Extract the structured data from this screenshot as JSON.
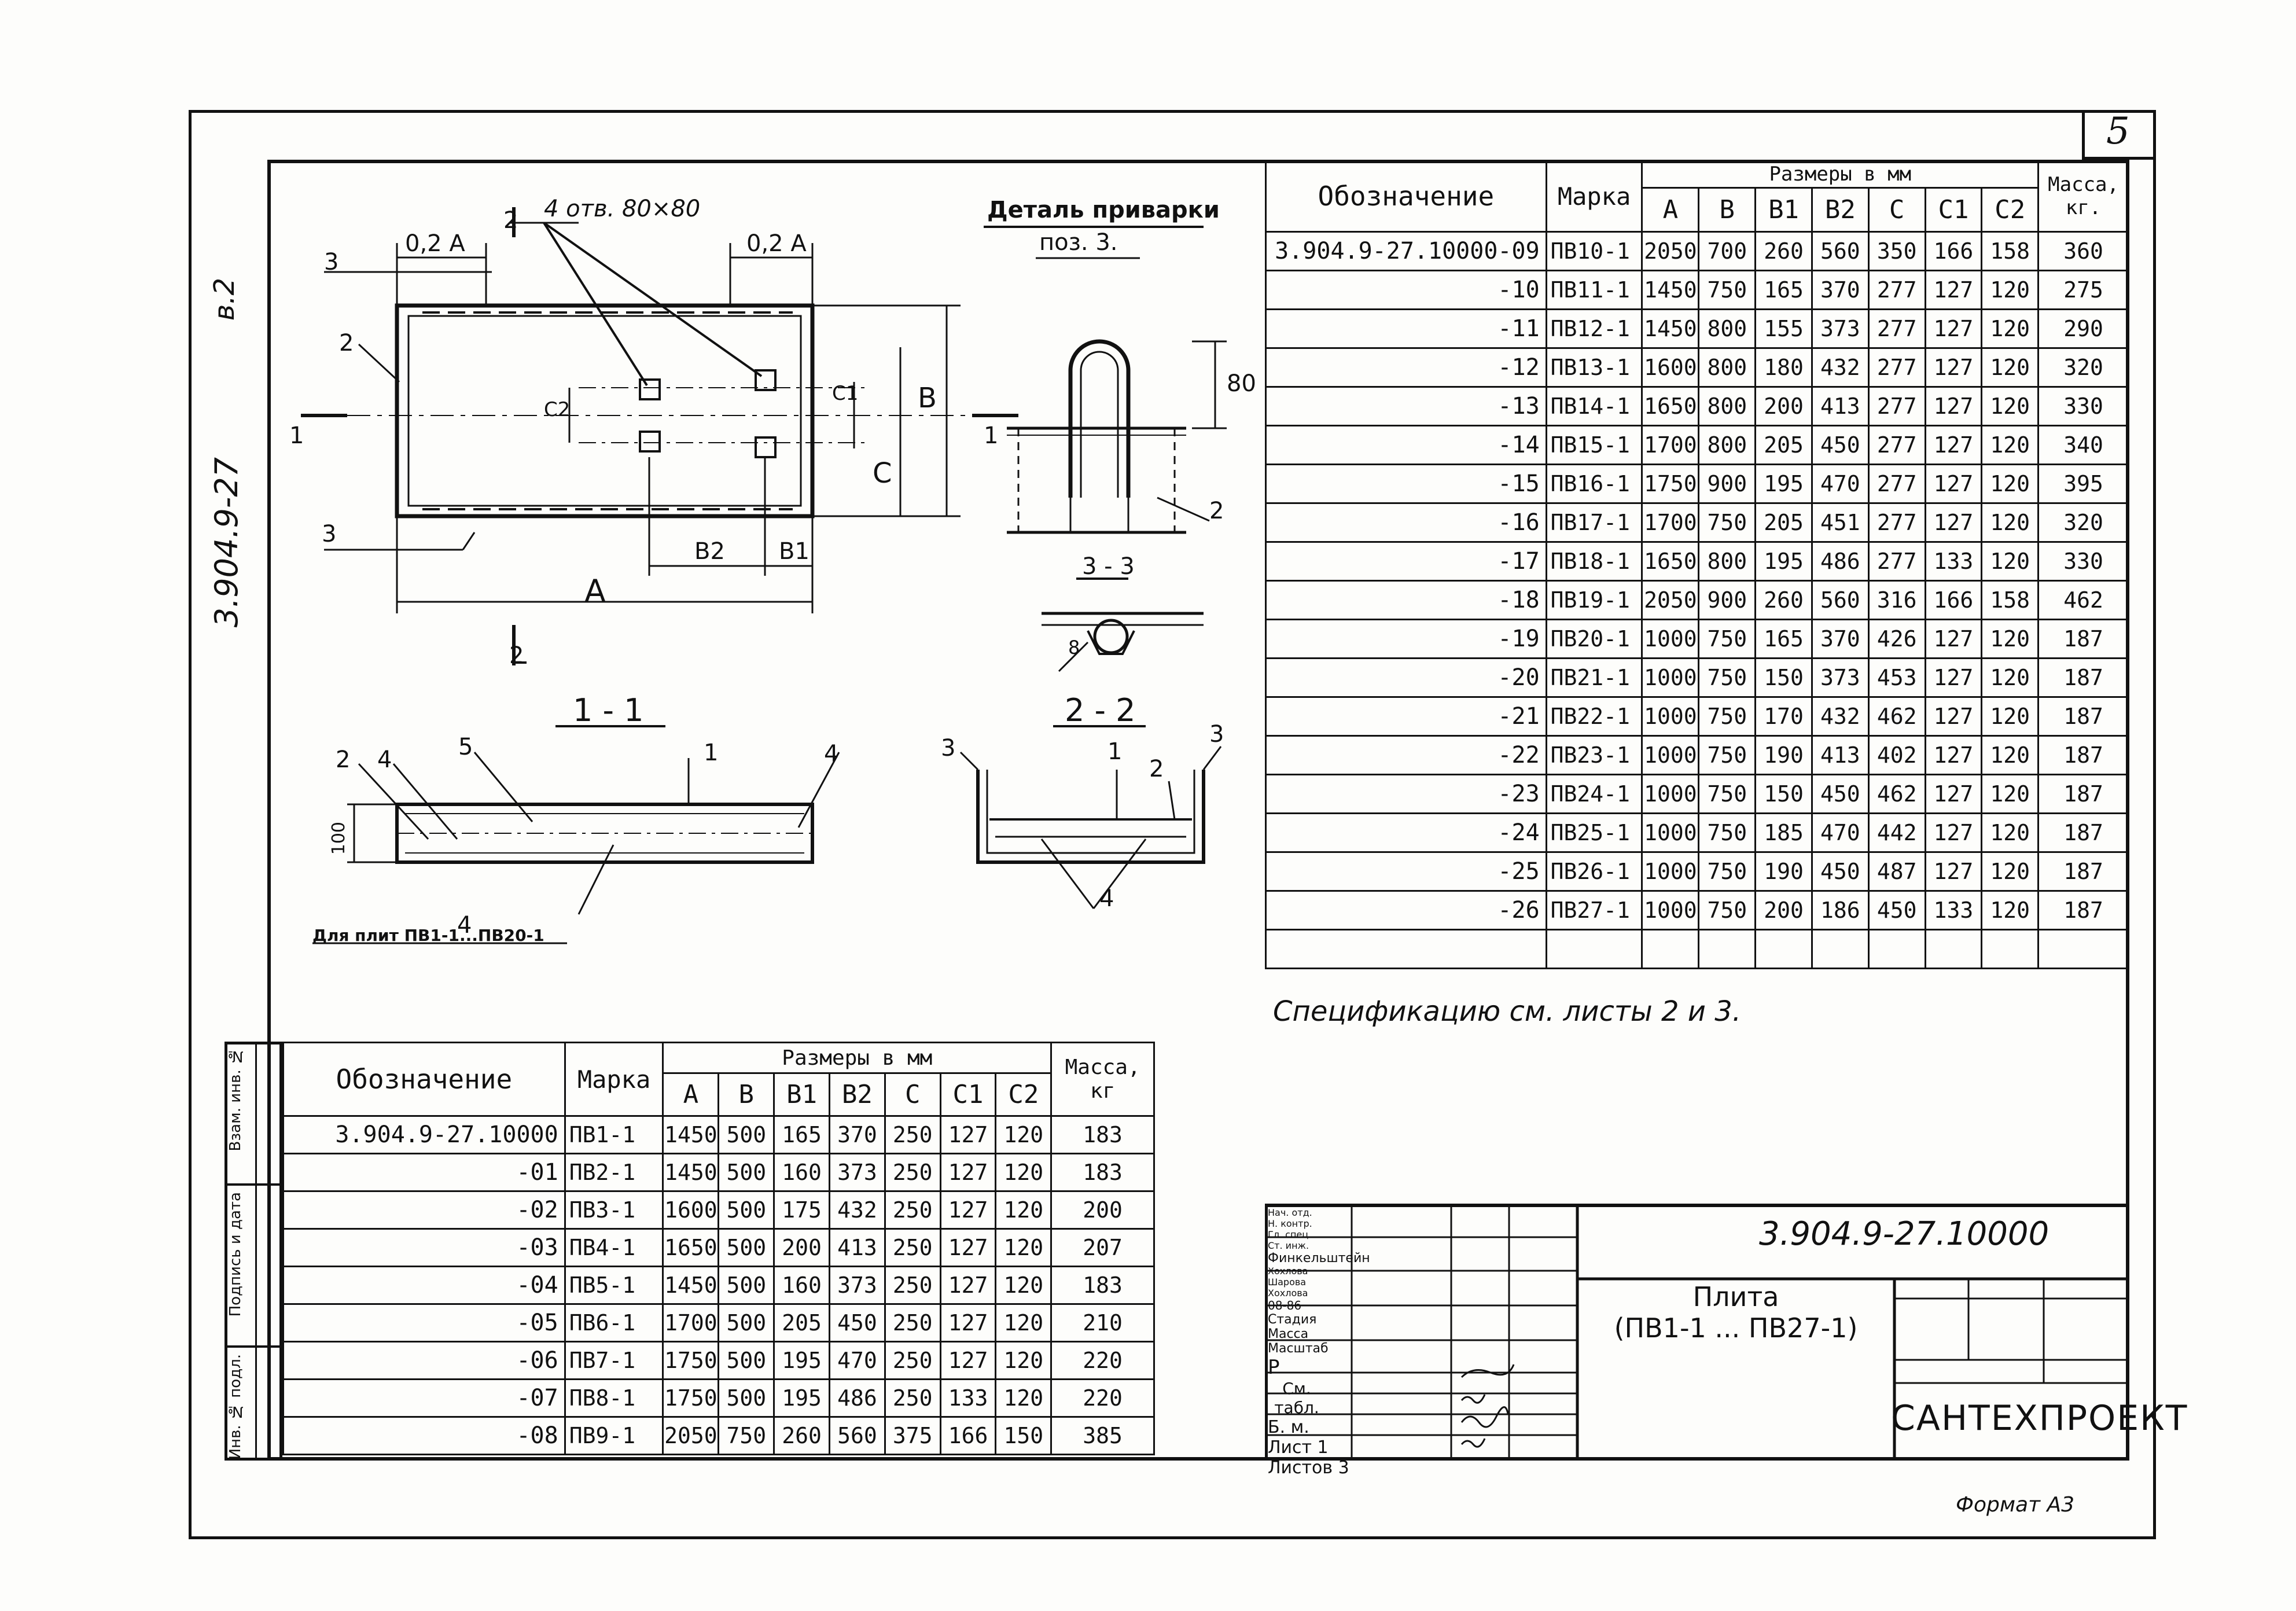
{
  "sheet_number": "5",
  "side_code": "3.904.9-27",
  "side_code_suffix": "в.2",
  "drawing": {
    "holes_label": "4 отв. 80×80",
    "dim_02A_left": "0,2 A",
    "dim_02A_right": "0,2 A",
    "dim_A": "A",
    "dim_B": "B",
    "dim_C": "C",
    "dim_B1": "B1",
    "dim_B2": "B2",
    "dim_C1": "C1",
    "dim_C2": "C2",
    "detail_title": "Деталь приварки",
    "detail_pos": "поз. 3.",
    "dim_80": "80",
    "dim_8": "8",
    "section_11": "1 - 1",
    "section_22": "2 - 2",
    "section_33": "3 - 3",
    "dim_100": "100",
    "for_plates": "Для плит ПВ1-1...ПВ20-1",
    "pos_1": "1",
    "pos_2": "2",
    "pos_3": "3",
    "pos_4": "4",
    "pos_5": "5"
  },
  "table_headers": {
    "designation": "Обозначение",
    "mark": "Марка",
    "sizes": "Размеры в мм",
    "mass_top": "Масса, кг.",
    "mass_bottom": "Масса, кг",
    "cols": [
      "A",
      "B",
      "B1",
      "B2",
      "C",
      "C1",
      "C2"
    ]
  },
  "table_top": [
    [
      "3.904.9-27.10000-09",
      "ПВ10-1",
      "2050",
      "700",
      "260",
      "560",
      "350",
      "166",
      "158",
      "360"
    ],
    [
      "-10",
      "ПВ11-1",
      "1450",
      "750",
      "165",
      "370",
      "277",
      "127",
      "120",
      "275"
    ],
    [
      "-11",
      "ПВ12-1",
      "1450",
      "800",
      "155",
      "373",
      "277",
      "127",
      "120",
      "290"
    ],
    [
      "-12",
      "ПВ13-1",
      "1600",
      "800",
      "180",
      "432",
      "277",
      "127",
      "120",
      "320"
    ],
    [
      "-13",
      "ПВ14-1",
      "1650",
      "800",
      "200",
      "413",
      "277",
      "127",
      "120",
      "330"
    ],
    [
      "-14",
      "ПВ15-1",
      "1700",
      "800",
      "205",
      "450",
      "277",
      "127",
      "120",
      "340"
    ],
    [
      "-15",
      "ПВ16-1",
      "1750",
      "900",
      "195",
      "470",
      "277",
      "127",
      "120",
      "395"
    ],
    [
      "-16",
      "ПВ17-1",
      "1700",
      "750",
      "205",
      "451",
      "277",
      "127",
      "120",
      "320"
    ],
    [
      "-17",
      "ПВ18-1",
      "1650",
      "800",
      "195",
      "486",
      "277",
      "133",
      "120",
      "330"
    ],
    [
      "-18",
      "ПВ19-1",
      "2050",
      "900",
      "260",
      "560",
      "316",
      "166",
      "158",
      "462"
    ],
    [
      "-19",
      "ПВ20-1",
      "1000",
      "750",
      "165",
      "370",
      "426",
      "127",
      "120",
      "187"
    ],
    [
      "-20",
      "ПВ21-1",
      "1000",
      "750",
      "150",
      "373",
      "453",
      "127",
      "120",
      "187"
    ],
    [
      "-21",
      "ПВ22-1",
      "1000",
      "750",
      "170",
      "432",
      "462",
      "127",
      "120",
      "187"
    ],
    [
      "-22",
      "ПВ23-1",
      "1000",
      "750",
      "190",
      "413",
      "402",
      "127",
      "120",
      "187"
    ],
    [
      "-23",
      "ПВ24-1",
      "1000",
      "750",
      "150",
      "450",
      "462",
      "127",
      "120",
      "187"
    ],
    [
      "-24",
      "ПВ25-1",
      "1000",
      "750",
      "185",
      "470",
      "442",
      "127",
      "120",
      "187"
    ],
    [
      "-25",
      "ПВ26-1",
      "1000",
      "750",
      "190",
      "450",
      "487",
      "127",
      "120",
      "187"
    ],
    [
      "-26",
      "ПВ27-1",
      "1000",
      "750",
      "200",
      "186",
      "450",
      "133",
      "120",
      "187"
    ]
  ],
  "table_bottom": [
    [
      "3.904.9-27.10000",
      "ПВ1-1",
      "1450",
      "500",
      "165",
      "370",
      "250",
      "127",
      "120",
      "183"
    ],
    [
      "-01",
      "ПВ2-1",
      "1450",
      "500",
      "160",
      "373",
      "250",
      "127",
      "120",
      "183"
    ],
    [
      "-02",
      "ПВ3-1",
      "1600",
      "500",
      "175",
      "432",
      "250",
      "127",
      "120",
      "200"
    ],
    [
      "-03",
      "ПВ4-1",
      "1650",
      "500",
      "200",
      "413",
      "250",
      "127",
      "120",
      "207"
    ],
    [
      "-04",
      "ПВ5-1",
      "1450",
      "500",
      "160",
      "373",
      "250",
      "127",
      "120",
      "183"
    ],
    [
      "-05",
      "ПВ6-1",
      "1700",
      "500",
      "205",
      "450",
      "250",
      "127",
      "120",
      "210"
    ],
    [
      "-06",
      "ПВ7-1",
      "1750",
      "500",
      "195",
      "470",
      "250",
      "127",
      "120",
      "220"
    ],
    [
      "-07",
      "ПВ8-1",
      "1750",
      "500",
      "195",
      "486",
      "250",
      "133",
      "120",
      "220"
    ],
    [
      "-08",
      "ПВ9-1",
      "2050",
      "750",
      "260",
      "560",
      "375",
      "166",
      "150",
      "385"
    ]
  ],
  "spec_note": "Спецификацию см. листы 2 и 3.",
  "side_labels": {
    "vzam": "Взам. инв. №",
    "podpis": "Подпись и дата",
    "inv": "Инв. № подл."
  },
  "title_block": {
    "doc_code": "3.904.9-27.10000",
    "name_line1": "Плита",
    "name_line2": "(ПВ1-1 ... ПВ27-1)",
    "stage_label": "Стадия",
    "mass_label": "Масса",
    "scale_label": "Масштаб",
    "stage": "Р",
    "mass": "См. табл.",
    "scale": "Б. м.",
    "sheet_label": "Лист 1",
    "sheets_label": "Листов 3",
    "firm": "САНТЕХПРОЕКТ",
    "roles": [
      "Нач. отд.",
      "Н. контр.",
      "Гл. спец.",
      "Ст. инж."
    ],
    "names": [
      "Финкельштейн",
      "Хохлова",
      "Шарова",
      "Хохлова"
    ],
    "date": "08-86"
  },
  "format": "Формат А3"
}
